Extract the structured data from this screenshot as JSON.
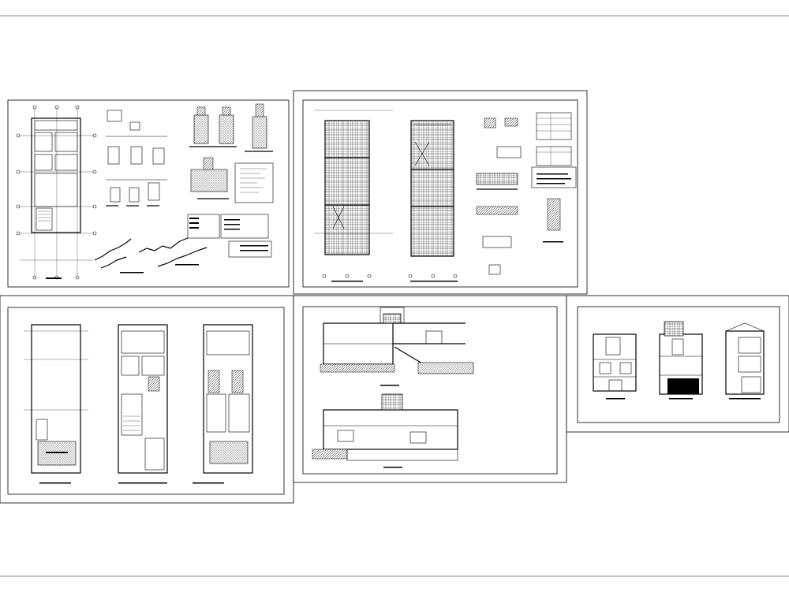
{
  "drawing": {
    "sheets": [
      {
        "id": "foundations-details"
      },
      {
        "id": "slab-reinforcement"
      },
      {
        "id": "floor-plans"
      },
      {
        "id": "sections"
      },
      {
        "id": "elevations"
      }
    ]
  }
}
